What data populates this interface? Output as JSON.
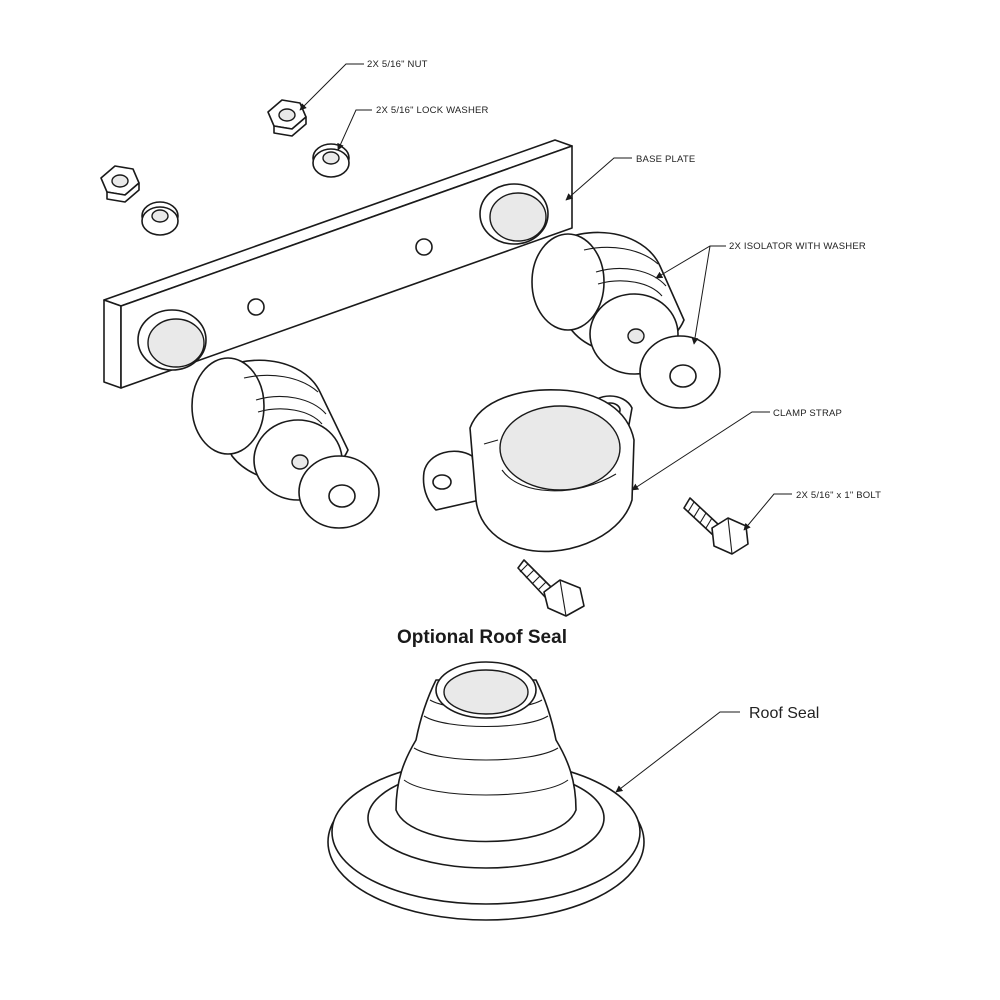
{
  "labels": {
    "nut": "2X 5/16\" NUT",
    "lock_washer": "2X 5/16\" LOCK WASHER",
    "base_plate": "BASE PLATE",
    "isolator": "2X ISOLATOR WITH WASHER",
    "clamp_strap": "CLAMP STRAP",
    "bolt": "2X 5/16\" x 1\" BOLT",
    "roof_seal": "Roof Seal"
  },
  "heading": "Optional Roof Seal",
  "colors": {
    "line": "#1a1a1a",
    "background": "#ffffff"
  }
}
